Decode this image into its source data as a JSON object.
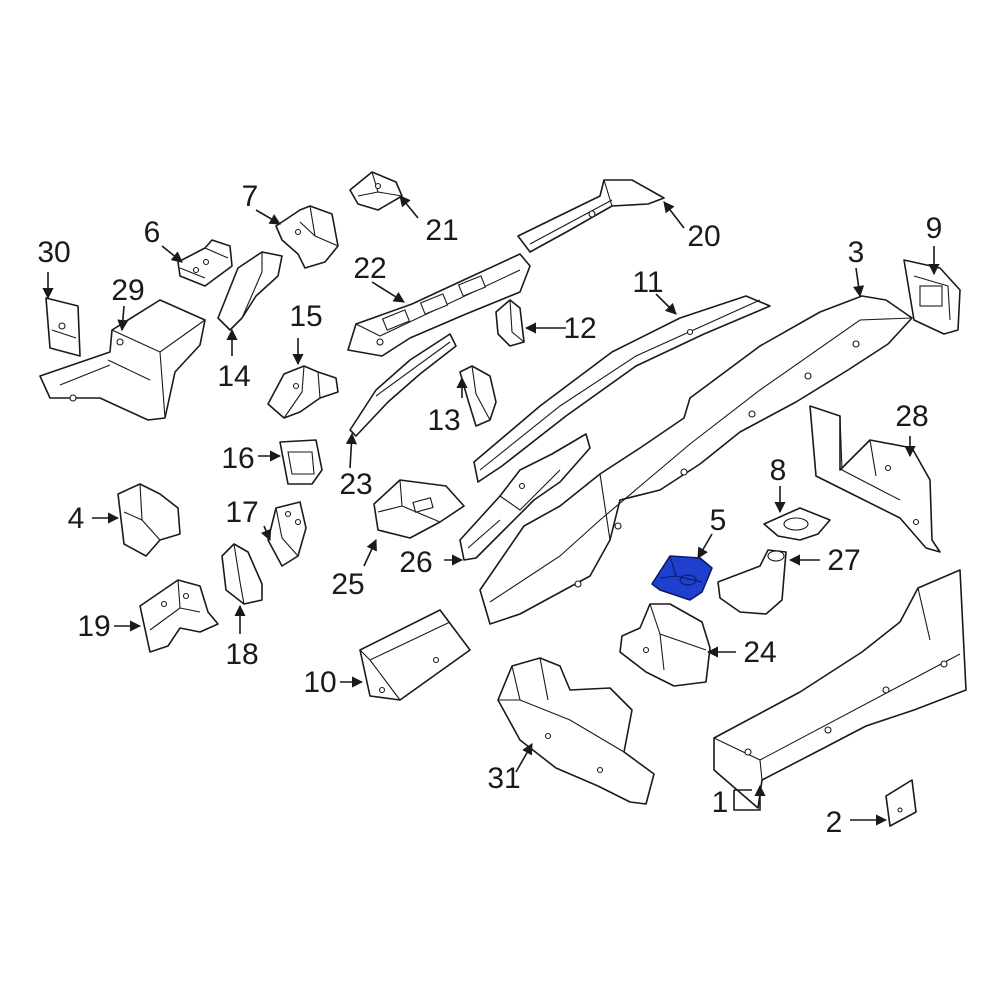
{
  "highlight_color": "#1f3fcf",
  "labels": {
    "n1": "1",
    "n2": "2",
    "n3": "3",
    "n4": "4",
    "n5": "5",
    "n6": "6",
    "n7": "7",
    "n8": "8",
    "n9": "9",
    "n10": "10",
    "n11": "11",
    "n12": "12",
    "n13": "13",
    "n14": "14",
    "n15": "15",
    "n16": "16",
    "n17": "17",
    "n18": "18",
    "n19": "19",
    "n20": "20",
    "n21": "21",
    "n22": "22",
    "n23": "23",
    "n24": "24",
    "n25": "25",
    "n26": "26",
    "n27": "27",
    "n28": "28",
    "n29": "29",
    "n30": "30",
    "n31": "31"
  }
}
